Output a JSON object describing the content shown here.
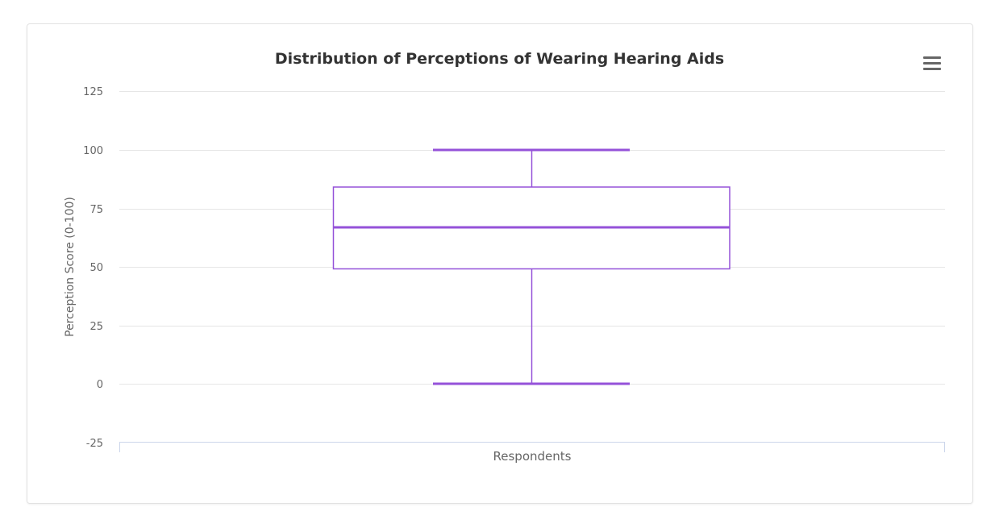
{
  "chart_data": {
    "type": "boxplot",
    "title": "Distribution of Perceptions of Wearing Hearing Aids",
    "xlabel": "Respondents",
    "ylabel": "Perception Score (0-100)",
    "categories": [
      "Respondents"
    ],
    "series": [
      {
        "name": "Respondents",
        "color": "#9552d9",
        "low": 0,
        "q1": 49,
        "median": 67,
        "q3": 84,
        "high": 100
      }
    ],
    "ylim": [
      -25,
      125
    ],
    "yticks": [
      -25,
      0,
      25,
      50,
      75,
      100,
      125
    ],
    "grid": true,
    "legend": "none"
  },
  "ui": {
    "menu_icon": "hamburger-menu-icon"
  },
  "labels": {
    "y_tick_0": "-25",
    "y_tick_1": "0",
    "y_tick_2": "25",
    "y_tick_3": "50",
    "y_tick_4": "75",
    "y_tick_5": "100",
    "y_tick_6": "125"
  }
}
